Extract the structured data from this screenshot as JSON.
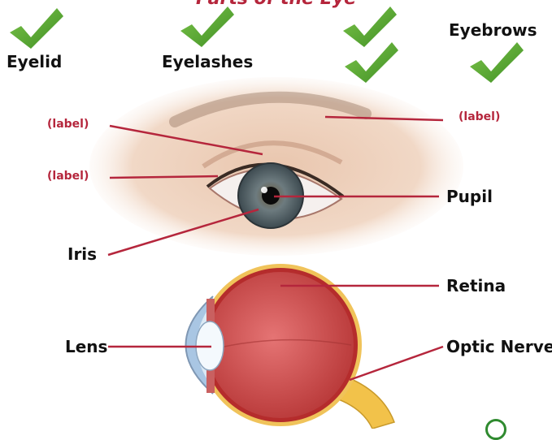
{
  "title": "Parts of the Eye",
  "word_bank": [
    {
      "label": "Eyelid",
      "checked": true
    },
    {
      "label": "Eyelashes",
      "checked": true
    },
    {
      "label": "Eyebrows",
      "checked": true
    }
  ],
  "extra_checkmarks": 2,
  "eye_labels": {
    "eyelid_placeholder": "(label)",
    "eyelashes_placeholder": "(label)",
    "eyebrow_placeholder": "(label)",
    "pupil": "Pupil",
    "iris": "Iris"
  },
  "cross_section_labels": {
    "retina": "Retina",
    "lens": "Lens",
    "optic_nerve": "Optic Nerve"
  },
  "colors": {
    "accent": "#b5263c",
    "check": "#5aa832",
    "label_text": "#111111"
  }
}
